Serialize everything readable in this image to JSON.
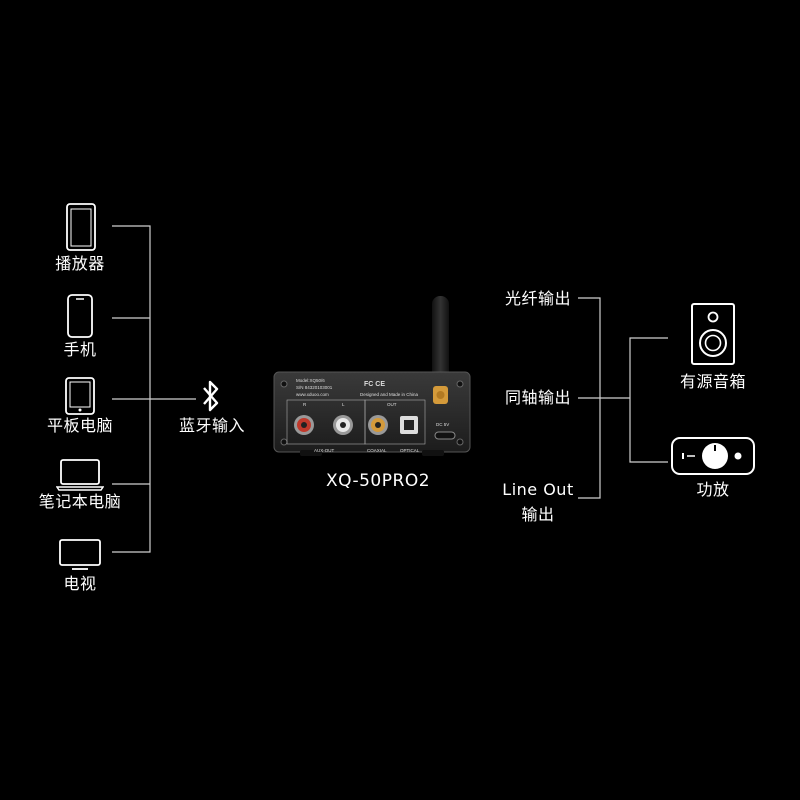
{
  "sources": {
    "player": "播放器",
    "phone": "手机",
    "tablet": "平板电脑",
    "laptop": "笔记本电脑",
    "tv": "电视"
  },
  "bluetooth": {
    "label": "蓝牙输入",
    "icon": "bluetooth-icon"
  },
  "device": {
    "model": "XQ-50PRO2",
    "panel": {
      "model_line": "Model:XQ50/6",
      "sn_line": "S/N 84320103001",
      "site": "www.xduoo.com",
      "designed": "Designed and Made in China",
      "out": "OUT",
      "r": "R",
      "l": "L",
      "aux_out": "AUX-OUT",
      "coaxial": "COAXIAL",
      "optical": "OPTICAL",
      "dc": "DC 5V",
      "cert": "FC CE"
    }
  },
  "outputs": {
    "optical": "光纤输出",
    "coaxial": "同轴输出",
    "lineout_line1": "Line Out",
    "lineout_line2": "输出"
  },
  "targets": {
    "speaker": "有源音箱",
    "amp": "功放"
  },
  "colors": {
    "background": "#000000",
    "lines": "#cfcfcf",
    "text": "#ffffff",
    "device_body": "#2a2a2a",
    "rca_red": "#c0392b",
    "rca_white": "#e8e8e8",
    "coax_gold": "#d49a3a"
  }
}
